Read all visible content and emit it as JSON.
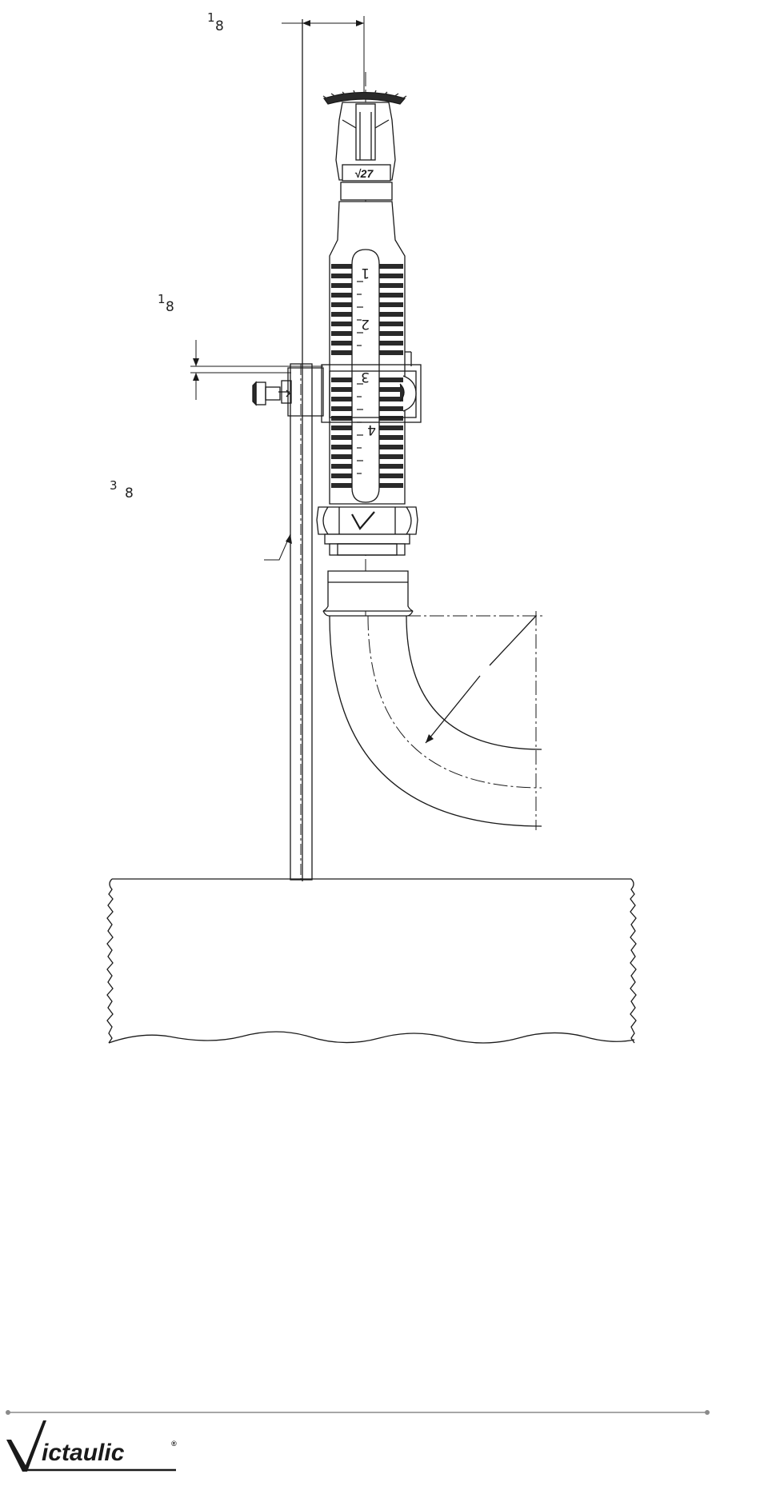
{
  "drawing": {
    "dimension_labels": [
      {
        "sup": "1",
        "base": "8"
      },
      {
        "sup": "1",
        "base": "8"
      },
      {
        "sup": "3",
        "base": "8"
      }
    ],
    "tube_scale": [
      "1",
      "2",
      "3",
      "4"
    ],
    "sprinkler_mark": "√27",
    "colors": {
      "line": "#1a1a1a",
      "divider": "#8a8a8a",
      "fill_dark": "#2a2a2a"
    }
  },
  "footer": {
    "brand": "ictaulic",
    "registered_mark": "®"
  }
}
